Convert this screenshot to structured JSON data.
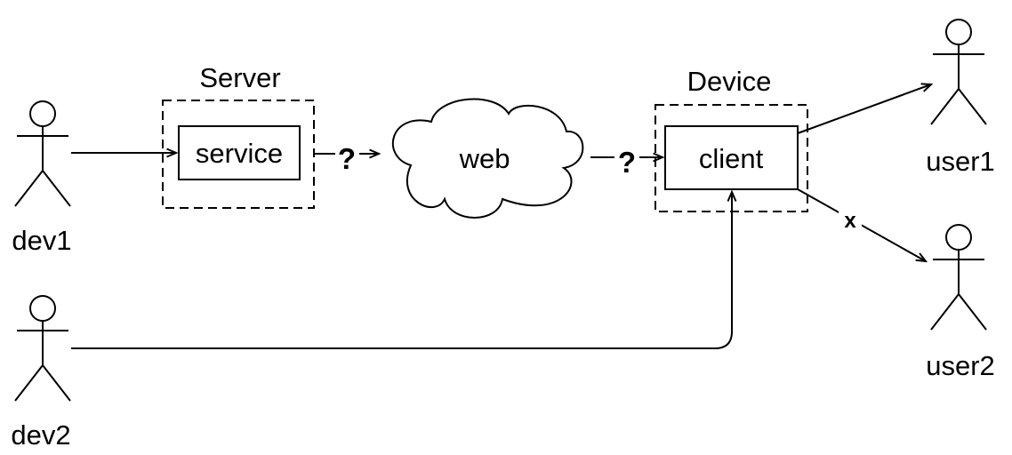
{
  "diagram": {
    "colors": {
      "stroke": "#000000",
      "background": "#ffffff"
    },
    "actors": {
      "dev1": {
        "label": "dev1",
        "icon": "stick-person-icon"
      },
      "dev2": {
        "label": "dev2",
        "icon": "stick-person-icon"
      },
      "user1": {
        "label": "user1",
        "icon": "stick-person-icon"
      },
      "user2": {
        "label": "user2",
        "icon": "stick-person-icon"
      }
    },
    "server": {
      "title": "Server",
      "service_label": "service"
    },
    "device": {
      "title": "Device",
      "client_label": "client"
    },
    "cloud": {
      "label": "web",
      "icon": "cloud-icon"
    },
    "connections": {
      "dev1_to_service": {
        "label": ""
      },
      "service_to_web": {
        "label": "?"
      },
      "web_to_client": {
        "label": "?"
      },
      "dev2_to_client": {
        "label": ""
      },
      "client_to_user1": {
        "label": ""
      },
      "client_to_user2": {
        "label": "x"
      }
    }
  }
}
